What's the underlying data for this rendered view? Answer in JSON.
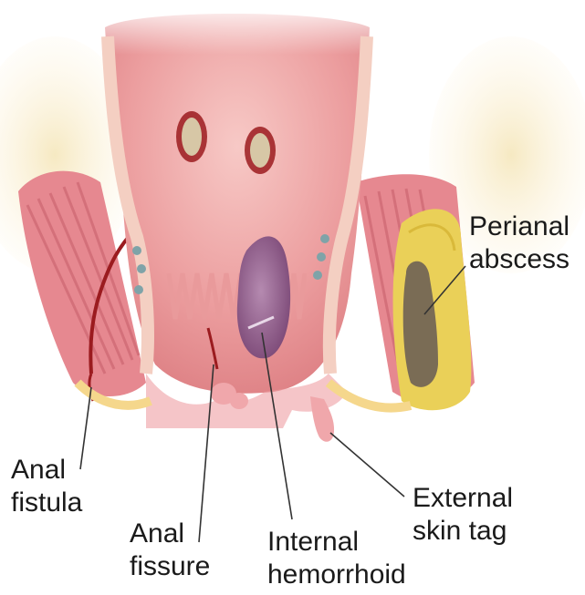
{
  "labels": {
    "perianal_abscess": [
      "Perianal",
      "abscess"
    ],
    "anal_fistula": [
      "Anal",
      "fistula"
    ],
    "anal_fissure": [
      "Anal",
      "fissure"
    ],
    "internal_hemorrhoid": [
      "Internal",
      "hemorrhoid"
    ],
    "external_skin_tag": [
      "External",
      "skin tag"
    ]
  },
  "colors": {
    "mucosa": "#e58a8c",
    "mucosa_light": "#f2b6b4",
    "muscle": "#e07d86",
    "fat": "#f3e2a4",
    "abscess_fat": "#ead058",
    "abscess_pus": "#7a6c55",
    "hemorrhoid": "#8e5a86",
    "blood": "#9b1b1f",
    "leader_line": "#333333"
  }
}
